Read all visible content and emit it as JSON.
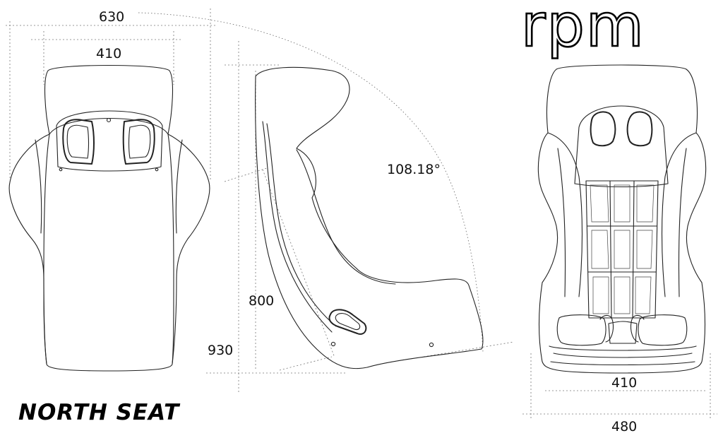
{
  "brand": {
    "logo_text": "rpm"
  },
  "model": {
    "name": "NORTH SEAT"
  },
  "dimensions": {
    "overall_width": "630",
    "inner_width_front": "410",
    "recline_angle": "108.18°",
    "back_height": "800",
    "overall_height": "930",
    "cushion_width": "410",
    "base_width": "480"
  }
}
